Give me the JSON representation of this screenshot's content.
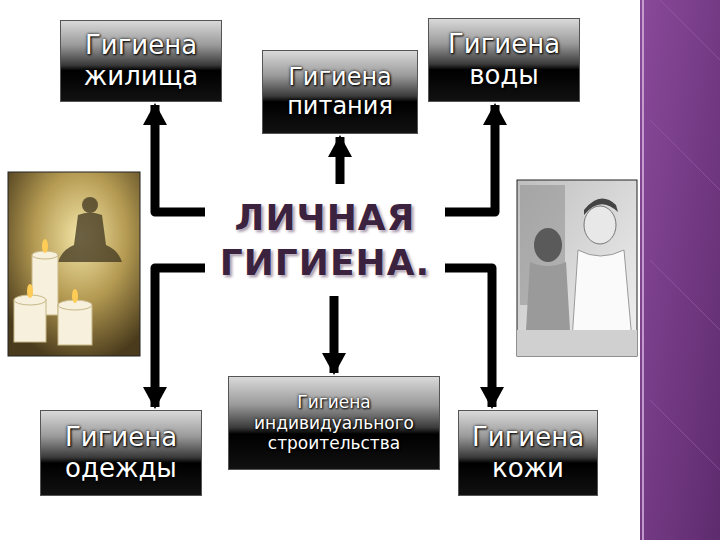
{
  "diagram": {
    "nodes": [
      {
        "text": [
          "Гигиена жилища"
        ]
      },
      {
        "text": [
          "Гигиена питания"
        ]
      },
      {
        "text": [
          "Гигиена воды"
        ]
      },
      {
        "text": [
          "ЛИЧНАЯ ГИГИЕНА."
        ]
      },
      {
        "text": [
          "Гигиена одежды"
        ]
      },
      {
        "text": [
          "Гигиена индивидуального строительства"
        ]
      },
      {
        "text": [
          "Гигиена кожи"
        ]
      }
    ],
    "edges": [
      {
        "from": 3,
        "to": 0,
        "arrow": "to"
      },
      {
        "from": 3,
        "to": 1,
        "arrow": "to"
      },
      {
        "from": 3,
        "to": 2,
        "arrow": "to"
      },
      {
        "from": 3,
        "to": 4,
        "arrow": "to"
      },
      {
        "from": 3,
        "to": 5,
        "arrow": "to"
      },
      {
        "from": 3,
        "to": 6,
        "arrow": "to"
      }
    ]
  }
}
